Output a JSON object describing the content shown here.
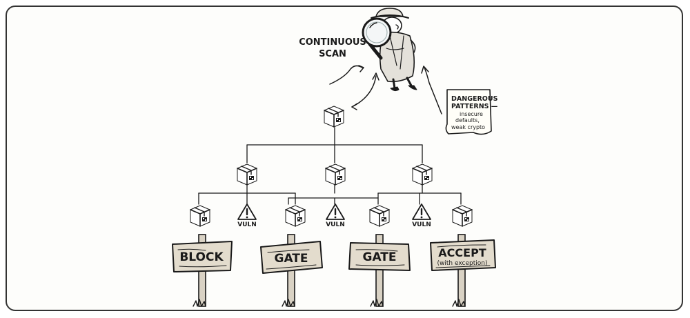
{
  "scan_label": [
    "CONTINUOUS",
    "SCAN"
  ],
  "note": {
    "title": [
      "DANGEROUS",
      "PATTERNS —"
    ],
    "body": [
      "insecure",
      "defaults,",
      "weak crypto"
    ]
  },
  "vuln_label": "VULN",
  "signs": [
    {
      "label": "BLOCK",
      "sub": ""
    },
    {
      "label": "GATE",
      "sub": ""
    },
    {
      "label": "GATE",
      "sub": ""
    },
    {
      "label": "ACCEPT",
      "sub": "(with exception)"
    }
  ],
  "colors": {
    "ink": "#1a1a1a",
    "wood": "#d9d2c4",
    "paper": "#fffef8",
    "grass": "#5b7a3a"
  },
  "icons": [
    "package-icon",
    "warning-icon",
    "magnifying-glass-icon",
    "detective-icon",
    "signpost-icon"
  ]
}
